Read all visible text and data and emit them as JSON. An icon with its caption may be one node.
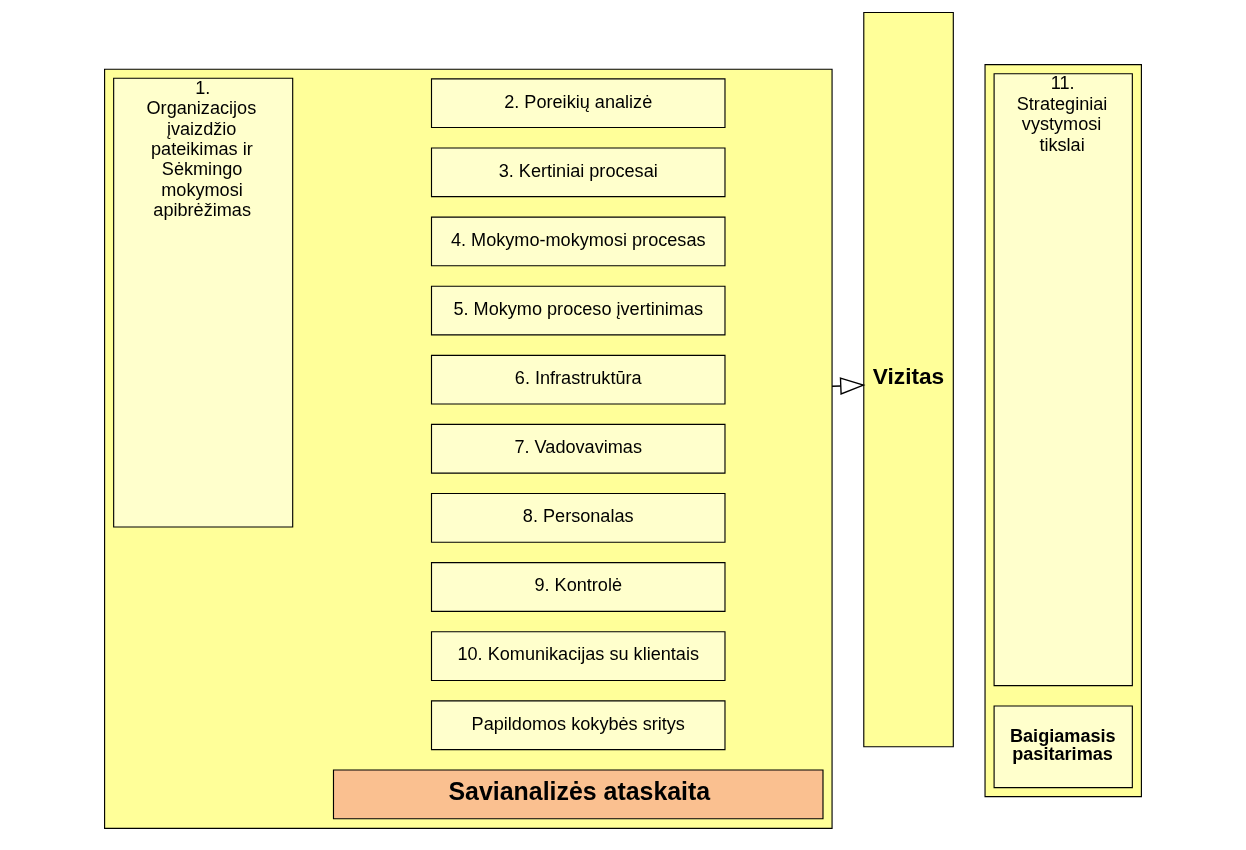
{
  "diagram": {
    "nodes": [
      {
        "text": [],
        "shape": "box"
      },
      {
        "text": [
          "1. Organizacijos įvaizdžio pateikimas ir Sėkmingo mokymosi apibrėžimas"
        ],
        "in": 0
      },
      {
        "text": [
          "2. Poreikių analizė"
        ],
        "in": 0
      },
      {
        "text": [
          "3. Kertiniai procesai"
        ],
        "in": 0
      },
      {
        "text": [
          "4. Mokymo-mokymosi procesas"
        ],
        "in": 0
      },
      {
        "text": [
          "5. Mokymo proceso įvertinimas"
        ],
        "in": 0
      },
      {
        "text": [
          "6. Infrastruktūra"
        ],
        "in": 0
      },
      {
        "text": [
          "7. Vadovavimas"
        ],
        "in": 0
      },
      {
        "text": [
          "8. Personalas"
        ],
        "in": 0
      },
      {
        "text": [
          "9. Kontrolė"
        ],
        "in": 0
      },
      {
        "text": [
          "10. Komunikacijas su klientais"
        ],
        "in": 0
      },
      {
        "text": [
          "Papildomos kokybės sritys"
        ],
        "in": 0
      },
      {
        "text": [
          "Savianalizės ataskaita"
        ],
        "in": 0
      },
      {
        "text": [
          "Vizitas"
        ]
      },
      {
        "text": [],
        "shape": "box"
      },
      {
        "text": [
          "11. Strateginiai vystymosi tikslai"
        ],
        "in": 14
      },
      {
        "text": [
          "Baigiamasis pasitarimas"
        ],
        "in": 14
      }
    ],
    "edges": [
      {
        "from": 0,
        "to": 13,
        "arrow": "to"
      }
    ]
  }
}
